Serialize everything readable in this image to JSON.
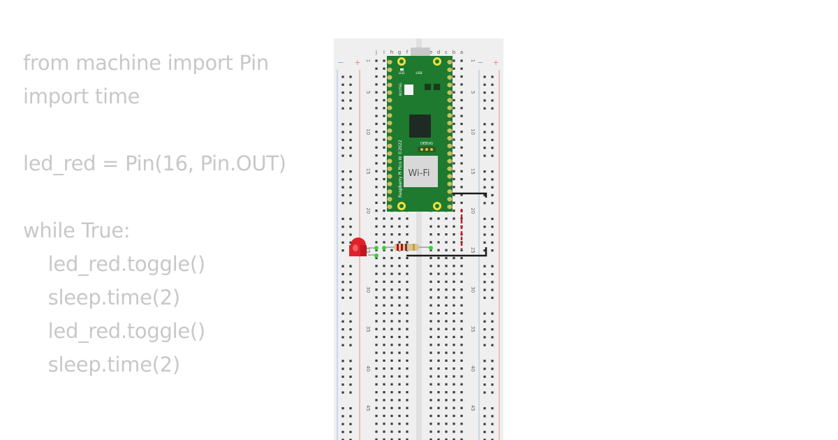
{
  "code": {
    "lines": [
      "from machine import Pin",
      "import time",
      "",
      "led_red = Pin(16, Pin.OUT)",
      "",
      "while True:",
      "    led_red.toggle()",
      "    sleep.time(2)",
      "    led_red.toggle()",
      "    sleep.time(2)"
    ]
  },
  "breadboard": {
    "column_letters_left": [
      "j",
      "i",
      "h",
      "g",
      "f"
    ],
    "column_letters_right": [
      "e",
      "d",
      "c",
      "b",
      "a"
    ],
    "rail_signs": [
      "−",
      "+",
      "−",
      "+"
    ],
    "row_labels": [
      "1",
      "5",
      "10",
      "15",
      "20",
      "25",
      "30",
      "35",
      "40",
      "45"
    ]
  },
  "pico": {
    "board_name": "Raspberry Pi Pico W ©2022",
    "wifi_label": "Wi-Fi",
    "debug_label": "DEBUG",
    "led_label": "LED",
    "usb_label": "USB",
    "bootsel_label": "BOOTSEL"
  },
  "colors": {
    "pico_green": "#1d7a2f",
    "led_red": "#e0202a",
    "wire_black": "#1a1a1a",
    "wire_red": "#d11a1a",
    "rail_red": "#e8928c",
    "rail_blue": "#9cc3e6"
  }
}
